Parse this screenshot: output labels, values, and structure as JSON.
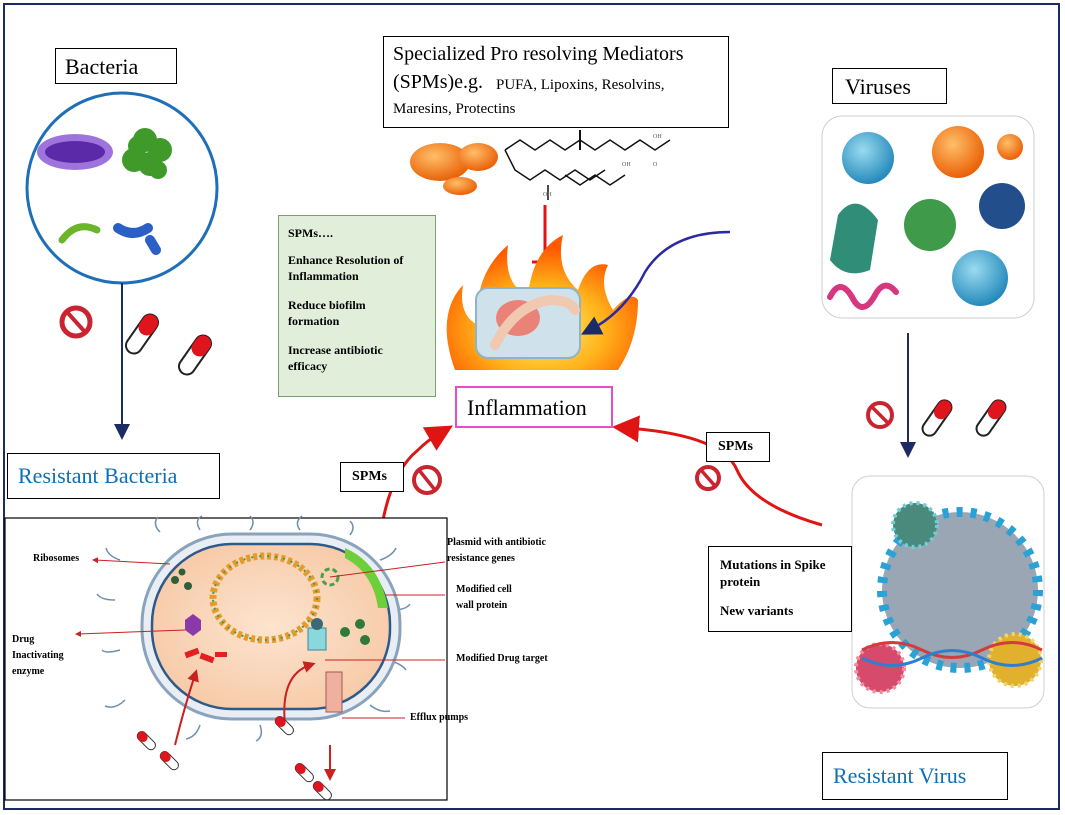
{
  "bacteria": {
    "label": "Bacteria"
  },
  "viruses": {
    "label": "Viruses"
  },
  "spm_box": {
    "line1": "Specialized Pro resolving Mediators",
    "line2a": "(SPMs)e.g.",
    "line2b": "PUFA, Lipoxins, Resolvins,",
    "line3": "Maresins, Protectins"
  },
  "effects": {
    "title": "SPMs….",
    "item1a": "Enhance Resolution of",
    "item1b": "Inflammation",
    "item2a": "Reduce biofilm",
    "item2b": "formation",
    "item3a": "Increase antibiotic",
    "item3b": "efficacy"
  },
  "inflammation": {
    "label": "Inflammation"
  },
  "resistant_bacteria": {
    "label": "Resistant Bacteria"
  },
  "resistant_virus": {
    "label": "Resistant Virus"
  },
  "spms_tag": {
    "label": "SPMs"
  },
  "spms_tag2": {
    "label": "SPMs"
  },
  "mutations": {
    "line1": "Mutations in Spike",
    "line2": "protein",
    "line3": "New variants"
  },
  "cell_labels": {
    "ribosomes": "Ribosomes",
    "drug1": "Drug",
    "drug2": "Inactivating",
    "drug3": "enzyme",
    "plasmid1": "Plasmid with  antibiotic",
    "plasmid2": "resistance genes",
    "wall1": "Modified cell",
    "wall2": "wall protein",
    "target": "Modified Drug target",
    "efflux": "Efflux pumps"
  },
  "molecule": {
    "oh1": "OH",
    "oh2": "OH",
    "o": "O",
    "oh3": "OH"
  },
  "colors": {
    "accent_blue": "#0f6fb5",
    "inflammation_border": "#e24fc9",
    "arrow_red": "#e11414",
    "navy": "#1c2a66"
  }
}
